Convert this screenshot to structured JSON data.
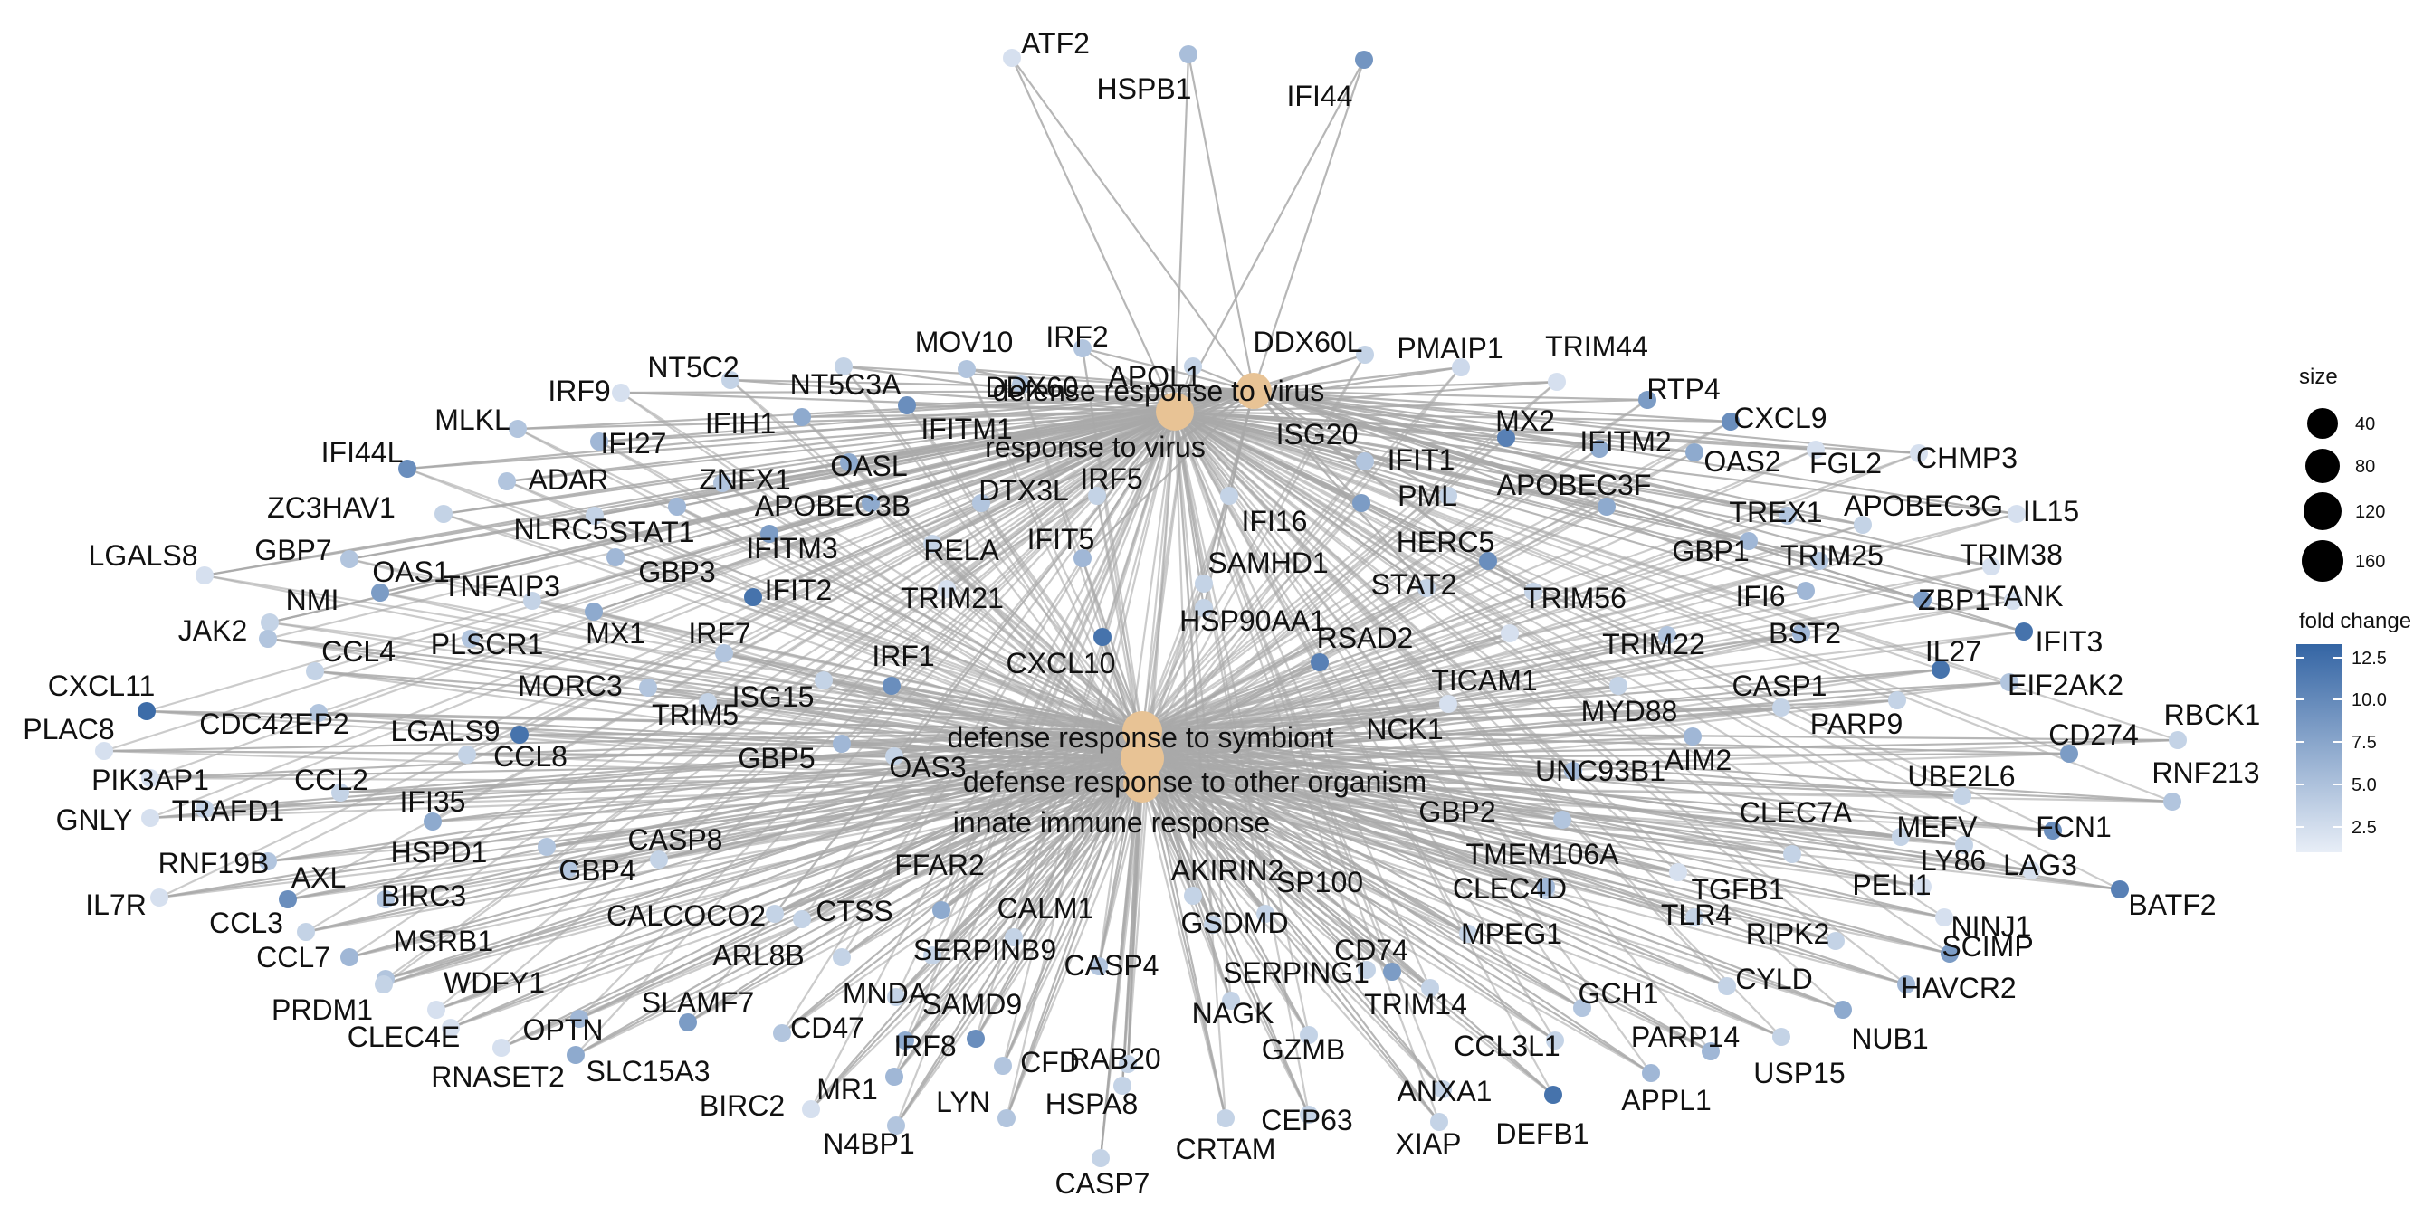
{
  "colors": {
    "edge": "#a9a9a9",
    "category_node": "#e8c395",
    "gene_low": "#e8eef7",
    "gene_high": "#3465a4"
  },
  "legend": {
    "size_title": "size",
    "size_ticks": [
      "40",
      "80",
      "120",
      "160"
    ],
    "fc_title": "fold change",
    "fc_ticks": [
      "12.5",
      "10.0",
      "7.5",
      "5.0",
      "2.5"
    ]
  },
  "categories": [
    {
      "name": "defense response to virus"
    },
    {
      "name": "response to virus"
    },
    {
      "name": "defense response to symbiont"
    },
    {
      "name": "defense response to other organism"
    },
    {
      "name": "innate immune response"
    }
  ],
  "genes": [
    "ATF2",
    "HSPB1",
    "IFI44",
    "MOV10",
    "IRF2",
    "APOL1",
    "DDX60L",
    "PMAIP1",
    "TRIM44",
    "NT5C2",
    "IRF9",
    "NT5C3A",
    "DDX60",
    "RTP4",
    "CXCL9",
    "MLKL",
    "IFI27",
    "IFIH1",
    "IFITM1",
    "ISG20",
    "MX2",
    "IFITM2",
    "OAS2",
    "FGL2",
    "CHMP3",
    "IFI44L",
    "ADAR",
    "ZNFX1",
    "OASL",
    "IFIT1",
    "DTX3L",
    "IRF5",
    "PML",
    "APOBEC3F",
    "ZC3HAV1",
    "NLRC5",
    "STAT1",
    "APOBEC3B",
    "IFI16",
    "TREX1",
    "APOBEC3G",
    "IL15",
    "LGALS8",
    "GBP7",
    "OAS1",
    "GBP3",
    "IFITM3",
    "RELA",
    "IFIT5",
    "SAMHD1",
    "HERC5",
    "GBP1",
    "TRIM25",
    "TRIM38",
    "NMI",
    "TNFAIP3",
    "IFIT2",
    "TRIM21",
    "STAT2",
    "TRIM56",
    "IFI6",
    "ZBP1",
    "TANK",
    "JAK2",
    "PLSCR1",
    "MX1",
    "IRF7",
    "HSP90AA1",
    "RSAD2",
    "TRIM22",
    "BST2",
    "IFIT3",
    "CCL4",
    "MORC3",
    "IRF1",
    "CXCL10",
    "TICAM1",
    "IL27",
    "EIF2AK2",
    "CXCL11",
    "CDC42EP2",
    "LGALS9",
    "TRIM5",
    "ISG15",
    "CASP1",
    "MYD88",
    "PARP9",
    "PLAC8",
    "CCL8",
    "NCK1",
    "CD274",
    "RBCK1",
    "PIK3AP1",
    "CCL2",
    "GBP5",
    "OAS3",
    "AIM2",
    "UNC93B1",
    "UBE2L6",
    "RNF213",
    "GNLY",
    "TRAFD1",
    "IFI35",
    "GBP2",
    "CLEC7A",
    "MEFV",
    "FCN1",
    "RNF19B",
    "HSPD1",
    "CASP8",
    "TMEM106A",
    "LY86",
    "LAG3",
    "IL7R",
    "AXL",
    "GBP4",
    "FFAR2",
    "TGFB1",
    "PELI1",
    "BATF2",
    "BIRC3",
    "AKIRIN2",
    "SP100",
    "CLEC4D",
    "TLR4",
    "NINJ1",
    "CCL3",
    "CALCOCO2",
    "CTSS",
    "GSDMD",
    "MPEG1",
    "RIPK2",
    "SCIMP",
    "MSRB1",
    "CALM1",
    "CD74",
    "CCL7",
    "ARL8B",
    "SERPINB9",
    "SERPING1",
    "CYLD",
    "HAVCR2",
    "PRDM1",
    "WDFY1",
    "MNDA",
    "CASP4",
    "TRIM14",
    "GCH1",
    "NUB1",
    "CLEC4E",
    "OPTN",
    "SLAMF7",
    "SAMD9",
    "NAGK",
    "PARP14",
    "RNASET2",
    "CD47",
    "IRF8",
    "GZMB",
    "CCL3L1",
    "USP15",
    "SLC15A3",
    "MR1",
    "CFD",
    "RAB20",
    "APPL1",
    "BIRC2",
    "LYN",
    "HSPA8",
    "ANXA1",
    "CEP63",
    "DEFB1",
    "N4BP1",
    "XIAP",
    "CRTAM",
    "CASP7"
  ]
}
